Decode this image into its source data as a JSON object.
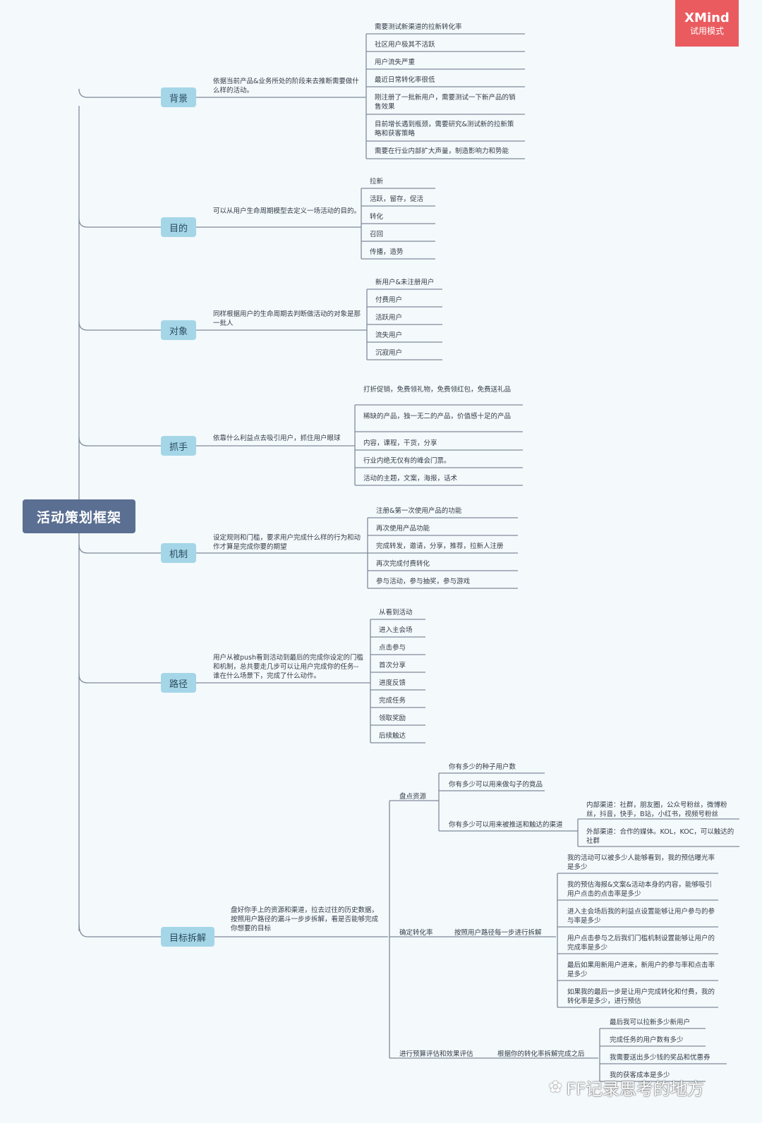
{
  "root": "活动策划框架",
  "badge": {
    "title": "XMind",
    "subtitle": "试用模式"
  },
  "watermark": "FF记录思考的地方",
  "branches": [
    {
      "label": "背景",
      "desc": "依据当前产品&业务所处的阶段来去推断需要做什么样的活动。",
      "items": [
        "需要测试新渠道的拉新转化率",
        "社区用户极其不活跃",
        "用户流失严重",
        "最近日常转化率很低",
        "刚注册了一批新用户，需要测试一下新产品的销售效果",
        "目前增长遇到瓶颈，需要研究&测试新的拉新策略和获客策略",
        "需要在行业内部扩大声量，制造影响力和势能"
      ]
    },
    {
      "label": "目的",
      "desc": "可以从用户生命周期模型去定义一场活动的目的。",
      "items": [
        "拉新",
        "活跃，留存，促活",
        "转化",
        "召回",
        "传播，造势"
      ]
    },
    {
      "label": "对象",
      "desc": "同样根据用户的生命周期去判断做活动的对象是那一批人",
      "items": [
        "新用户&未注册用户",
        "付费用户",
        "活跃用户",
        "流失用户",
        "沉寂用户"
      ]
    },
    {
      "label": "抓手",
      "desc": "依靠什么利益点去吸引用户，抓住用户眼球",
      "items": [
        "打折促销，免费领礼物，免费领红包，免费送礼品",
        "稀缺的产品，独一无二的产品，价值感十足的产品",
        "内容，课程，干货，分享",
        "行业内绝无仅有的峰会门票。",
        "活动的主题，文案，海报，话术"
      ]
    },
    {
      "label": "机制",
      "desc": "设定规则和门槛，要求用户完成什么样的行为和动作才算是完成你要的期望",
      "items": [
        "注册&第一次使用产品的功能",
        "再次使用产品功能",
        "完成转发，邀请，分享，推荐，拉新人注册",
        "再次完成付费转化",
        "参与活动，参与抽奖，参与游戏"
      ]
    },
    {
      "label": "路径",
      "desc": "用户从被push看到活动到最后的完成你设定的门槛和机制，总共要走几步可以让用户完成你的任务--谁在什么场景下，完成了什么动作。",
      "items": [
        "从看到活动",
        "进入主会场",
        "点击参与",
        "首次分享",
        "进度反馈",
        "完成任务",
        "领取奖励",
        "后续触达"
      ]
    },
    {
      "label": "目标拆解",
      "desc": "盘好你手上的资源和渠道，拉去过往的历史数据，按照用户路径的漏斗一步步拆解，看是否能够完成你想要的目标",
      "subs": [
        {
          "label": "盘点资源",
          "items": [
            "你有多少的种子用户数",
            "你有多少可以用来做勾子的竟品",
            "你有多少可以用来被推送和触达的渠道"
          ],
          "channels": [
            "内部渠道：社群，朋友圈，公众号粉丝，微博粉丝，抖音，快手，B站，小红书，视频号粉丝",
            "外部渠道：合作的媒体。KOL，KOC，可以触达的社群"
          ]
        },
        {
          "label": "确定转化率",
          "mid": "按照用户路径每一步进行拆解",
          "items": [
            "我的活动可以被多少人能够看到，我的预估曝光率是多少",
            "我的预估海报&文案&活动本身的内容，能够吸引用户点击的点击率是多少",
            "进入主会场后我的利益点设置能够让用户参与的参与率是多少",
            "用户点击参与之后我们门槛机制设置能够让用户的完成率是多少",
            "最后如果用新用户进来，新用户的参与率和点击率是多少",
            "如果我的最后一步是让用户完成转化和付费，我的转化率是多少，进行预估"
          ]
        },
        {
          "label": "进行预算评估和效果评估",
          "mid": "根据你的转化率拆解完成之后",
          "items": [
            "最后我可以拉新多少新用户",
            "完成任务的用户数有多少",
            "我需要送出多少钱的奖品和优惠券",
            "我的获客成本是多少"
          ]
        }
      ]
    }
  ]
}
